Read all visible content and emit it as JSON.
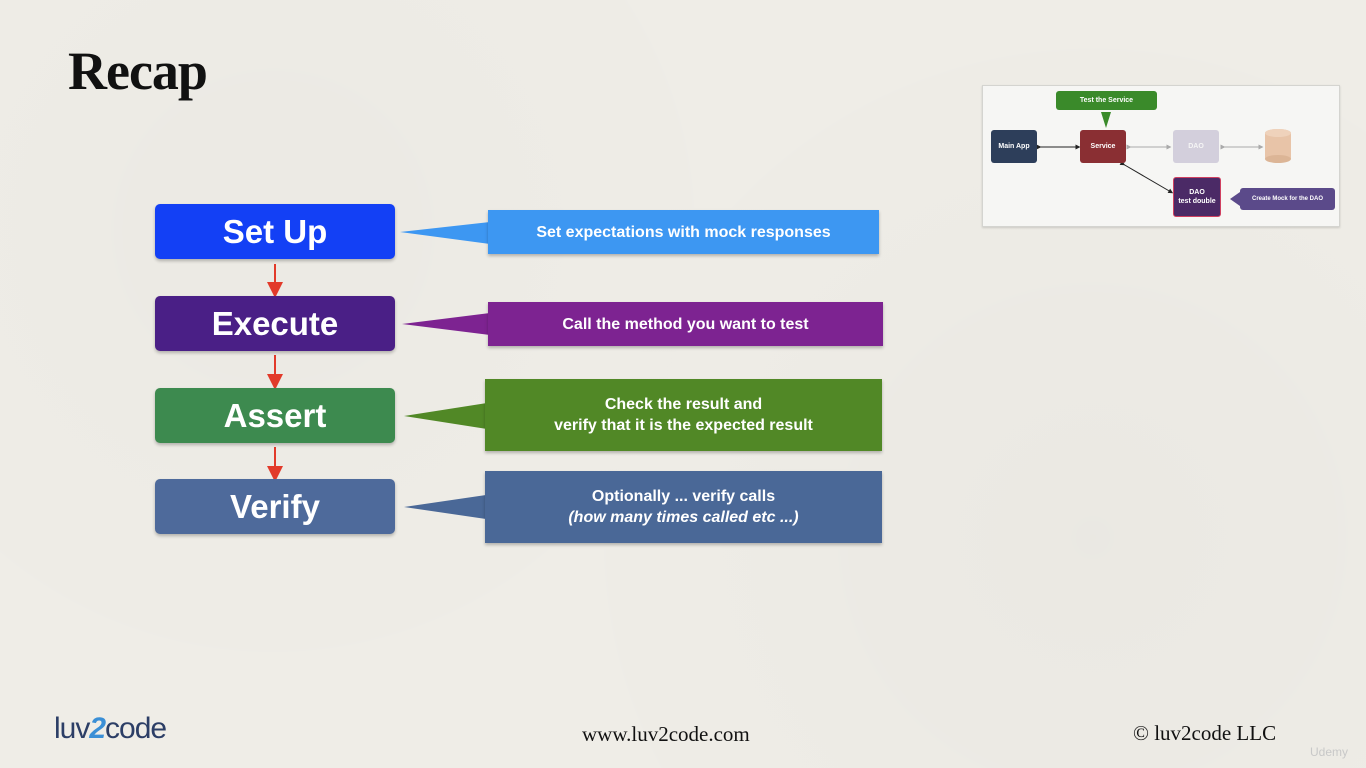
{
  "title": "Recap",
  "steps": [
    {
      "label": "Set Up",
      "color": "#1340f5",
      "callout_line1": "Set expectations with mock responses",
      "callout_line2": "",
      "callout_color": "#3d97f2"
    },
    {
      "label": "Execute",
      "color": "#4a1f86",
      "callout_line1": "Call the method you want to test",
      "callout_line2": "",
      "callout_color": "#7d2391"
    },
    {
      "label": "Assert",
      "color": "#3d8a4f",
      "callout_line1": "Check the result and",
      "callout_line2": "verify that it is the expected result",
      "callout_color": "#518826"
    },
    {
      "label": "Verify",
      "color": "#4e6a9b",
      "callout_line1": "Optionally ... verify calls",
      "callout_line2": "(how many times called etc ...)",
      "callout_color": "#4a6897"
    }
  ],
  "mini_diagram": {
    "test_service": "Test the Service",
    "main_app": "Main App",
    "service": "Service",
    "dao": "DAO",
    "dao_test_double_1": "DAO",
    "dao_test_double_2": "test double",
    "create_mock": "Create Mock for the DAO"
  },
  "footer": {
    "logo_pre": "luv",
    "logo_two": "2",
    "logo_post": "code",
    "url": "www.luv2code.com",
    "copyright": "© luv2code LLC",
    "watermark": "Udemy"
  }
}
